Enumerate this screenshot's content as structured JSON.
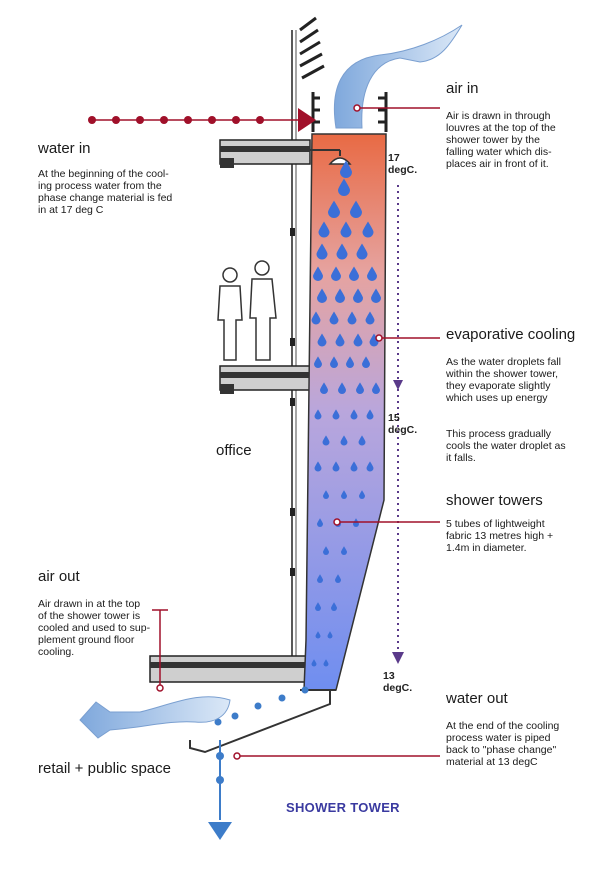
{
  "labels": {
    "water_in": {
      "title": "water in",
      "text": [
        "At the beginning of the cool-",
        "ing process water from the",
        "phase change material is fed",
        "in at 17 deg C"
      ]
    },
    "air_in": {
      "title": "air in",
      "text": [
        "Air is drawn in through",
        "louvres at the top of the",
        "shower tower by the",
        "falling water which dis-",
        "places air in front of it."
      ]
    },
    "evaporative_cooling": {
      "title": "evaporative cooling",
      "text1": [
        "As the water droplets fall",
        "within the shower tower,",
        "they evaporate slightly",
        "which uses up energy"
      ],
      "text2": [
        "This process gradually",
        "cools the water droplet as",
        "it falls."
      ]
    },
    "shower_towers": {
      "title": "shower towers",
      "text": [
        "5 tubes of lightweight",
        "fabric 13 metres high +",
        "1.4m in diameter."
      ]
    },
    "air_out": {
      "title": "air out",
      "text": [
        "Air drawn in at the top",
        "of the shower tower is",
        "cooled and used to sup-",
        "plement ground floor",
        "cooling."
      ]
    },
    "water_out": {
      "title": "water out",
      "text": [
        "At the end of the cooling",
        "process water is piped",
        "back to \"phase change\"",
        "material at 13 degC"
      ]
    },
    "office": "office",
    "retail": "retail + public space",
    "title": "SHOWER TOWER"
  },
  "temperatures": {
    "t17": [
      "17",
      "degC."
    ],
    "t15": [
      "15",
      "degC."
    ],
    "t13": [
      "13",
      "degC."
    ]
  },
  "colors": {
    "marker": "#a0102a",
    "temp_arrow": "#5a3a8a",
    "water_drop": "#3b6fd8",
    "pipe_blue": "#3d7cc9",
    "tower_top": "#e06a4a",
    "tower_bottom": "#6a86e8",
    "air_flow": "#a8c4ea",
    "title": "#3a3aa0"
  }
}
